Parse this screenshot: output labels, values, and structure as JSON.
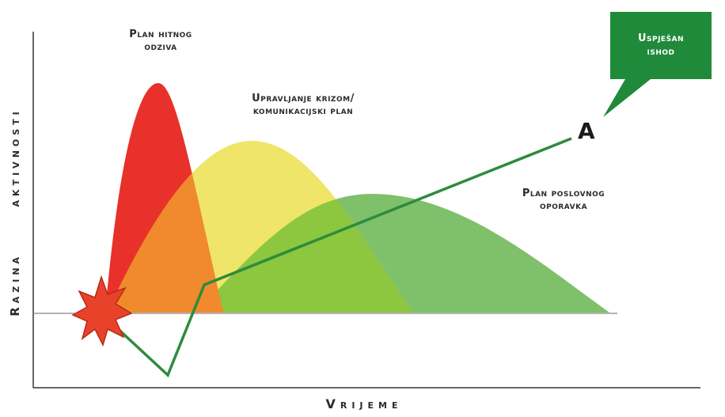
{
  "axes": {
    "x_label": "Vrijeme",
    "y_label_part1": "Razina",
    "y_label_part2": "aktivnosti"
  },
  "curves": [
    {
      "label_line1": "Plan hitnog",
      "label_line2": "odziva",
      "color": "#e8312a"
    },
    {
      "label_line1": "Upravljanje krizom/",
      "label_line2": "komunikacijski plan",
      "color": "#eee569"
    },
    {
      "label_line1": "Plan poslovnog",
      "label_line2": "oporavka",
      "color": "#7fc06a"
    }
  ],
  "overlap_colors": {
    "red_yellow": "#f08a2c",
    "yellow_green": "#8dc63f"
  },
  "outcome": {
    "line1": "Uspješan",
    "line2": "ishod",
    "color": "#1f8a3a"
  },
  "point_label": "A",
  "trajectory_color": "#2e8b3e",
  "incident_icon": "explosion-icon",
  "incident_color": "#e8432a"
}
